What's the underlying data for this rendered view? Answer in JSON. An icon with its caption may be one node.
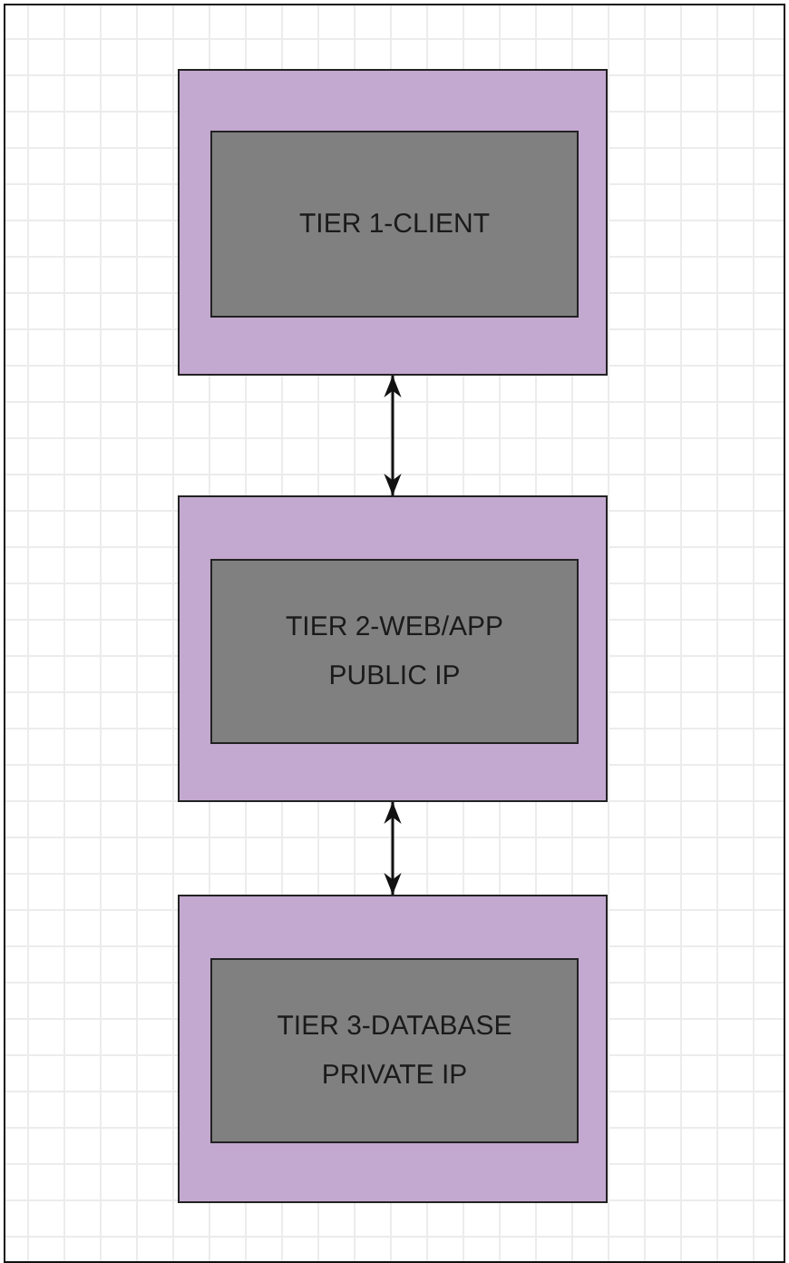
{
  "diagram": {
    "nodes": [
      {
        "text": [],
        "shape": "box"
      },
      {
        "text": [
          "TIER 1-CLIENT"
        ],
        "in": 0
      },
      {
        "text": [],
        "shape": "box"
      },
      {
        "text": [
          "TIER 2-WEB/APP",
          "PUBLIC IP"
        ],
        "in": 2
      },
      {
        "text": [],
        "shape": "box"
      },
      {
        "text": [
          "TIER 3-DATABASE",
          "PRIVATE IP"
        ],
        "in": 4
      }
    ],
    "edges": [
      {
        "from": 0,
        "to": 2,
        "arrow": "both"
      },
      {
        "from": 2,
        "to": 4,
        "arrow": "both"
      }
    ]
  }
}
